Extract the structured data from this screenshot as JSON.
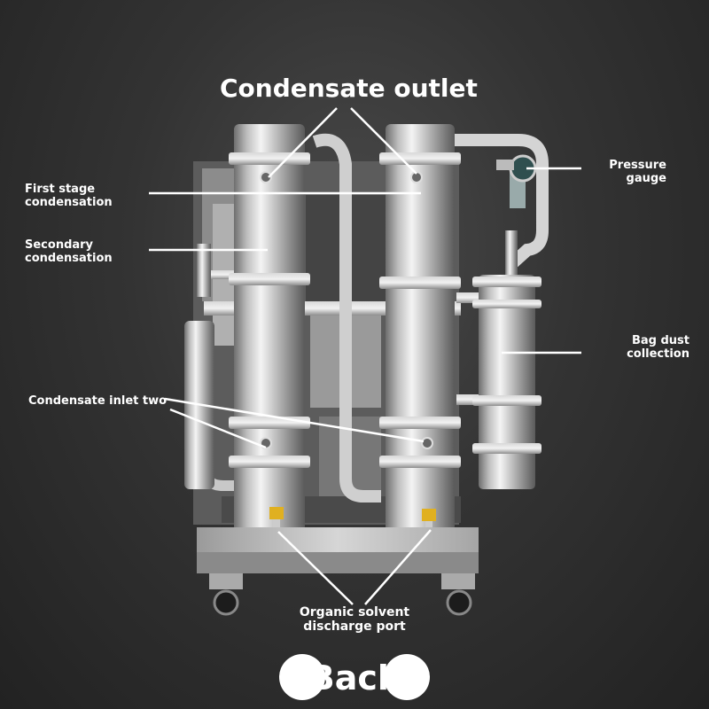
{
  "labels": {
    "condensate_outlet": "Condensate outlet",
    "first_stage": [
      "First stage",
      "condensation"
    ],
    "secondary": [
      "Secondary",
      "condensation"
    ],
    "pressure_gauge": [
      "Pressure",
      "gauge"
    ],
    "bag_dust": [
      "Bag dust",
      "collection"
    ],
    "condensate_inlet_two": "Condensate inlet two",
    "organic_solvent": [
      "Organic solvent",
      "discharge port"
    ]
  },
  "back_button": {
    "label": "Back"
  },
  "colors": {
    "background": "#333333",
    "steel_light": "#e8e8e8",
    "steel_dark": "#6e6e6e",
    "leader_line": "#ffffff",
    "valve_yellow": "#e0b020"
  }
}
